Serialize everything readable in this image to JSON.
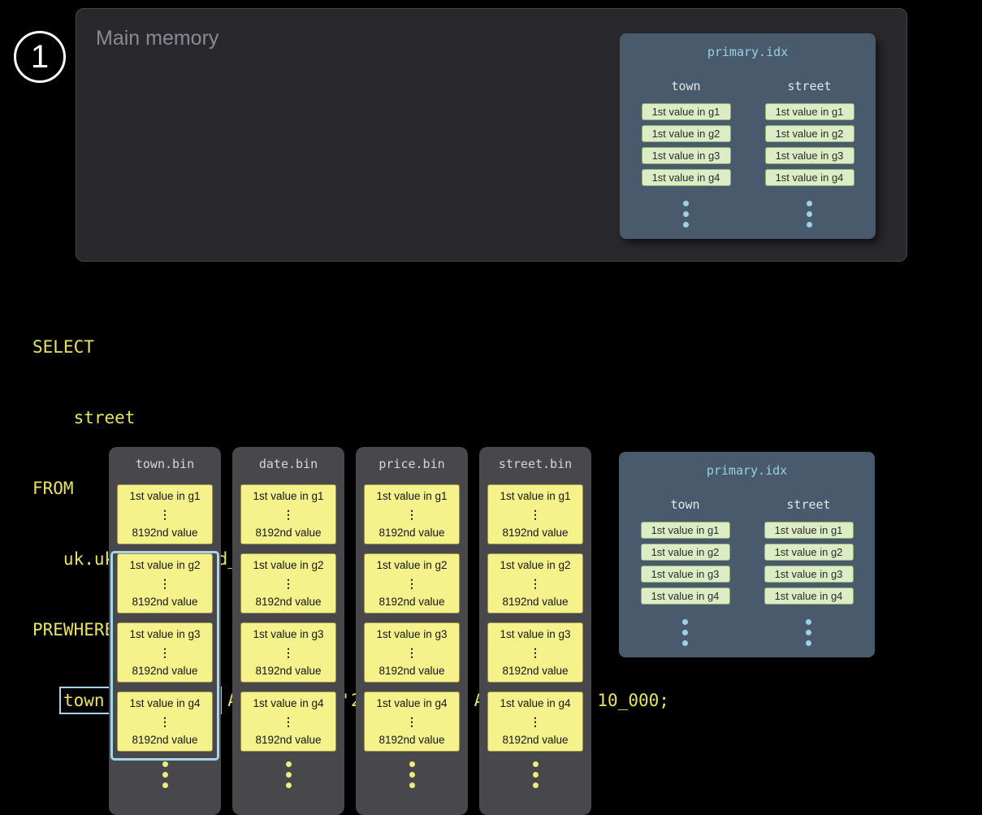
{
  "step": {
    "number": "1"
  },
  "main_memory": {
    "title": "Main memory"
  },
  "glyphs": {
    "vertical_ellipsis": "⋮"
  },
  "colors": {
    "accent_blue": "#a5d5e8",
    "sql_yellow": "#e9e45e",
    "granule_yellow": "#f5f28b",
    "index_cell_green": "#dcedc6",
    "index_panel_slate": "#485a6b"
  },
  "primary_index_memory": {
    "title": "primary.idx",
    "columns": [
      {
        "header": "town",
        "cells": [
          "1st value in g1",
          "1st value in g2",
          "1st value in g3",
          "1st value in g4"
        ]
      },
      {
        "header": "street",
        "cells": [
          "1st value in g1",
          "1st value in g2",
          "1st value in g3",
          "1st value in g4"
        ]
      }
    ]
  },
  "sql": {
    "line1": "SELECT",
    "line2": "    street",
    "line3": "FROM",
    "line4": "   uk.uk_price_paid_simple",
    "line5": "PREWHERE",
    "line6_indent": "   ",
    "line6_highlight": "town = 'LONDON'",
    "line6_rest": " AND date > '2024-12-31' AND price < 10_000;"
  },
  "bin_columns": [
    {
      "title": "town.bin",
      "granules": [
        {
          "first": "1st value in g1",
          "last": "8192nd value"
        },
        {
          "first": "1st value in g2",
          "last": "8192nd value"
        },
        {
          "first": "1st value in g3",
          "last": "8192nd value"
        },
        {
          "first": "1st value in g4",
          "last": "8192nd value"
        }
      ]
    },
    {
      "title": "date.bin",
      "granules": [
        {
          "first": "1st value in g1",
          "last": "8192nd value"
        },
        {
          "first": "1st value in g2",
          "last": "8192nd value"
        },
        {
          "first": "1st value in g3",
          "last": "8192nd value"
        },
        {
          "first": "1st value in g4",
          "last": "8192nd value"
        }
      ]
    },
    {
      "title": "price.bin",
      "granules": [
        {
          "first": "1st value in g1",
          "last": "8192nd value"
        },
        {
          "first": "1st value in g2",
          "last": "8192nd value"
        },
        {
          "first": "1st value in g3",
          "last": "8192nd value"
        },
        {
          "first": "1st value in g4",
          "last": "8192nd value"
        }
      ]
    },
    {
      "title": "street.bin",
      "granules": [
        {
          "first": "1st value in g1",
          "last": "8192nd value"
        },
        {
          "first": "1st value in g2",
          "last": "8192nd value"
        },
        {
          "first": "1st value in g3",
          "last": "8192nd value"
        },
        {
          "first": "1st value in g4",
          "last": "8192nd value"
        }
      ]
    }
  ],
  "primary_index_disk": {
    "title": "primary.idx",
    "columns": [
      {
        "header": "town",
        "cells": [
          "1st value in g1",
          "1st value in g2",
          "1st value in g3",
          "1st value in g4"
        ]
      },
      {
        "header": "street",
        "cells": [
          "1st value in g1",
          "1st value in g2",
          "1st value in g3",
          "1st value in g4"
        ]
      }
    ]
  }
}
